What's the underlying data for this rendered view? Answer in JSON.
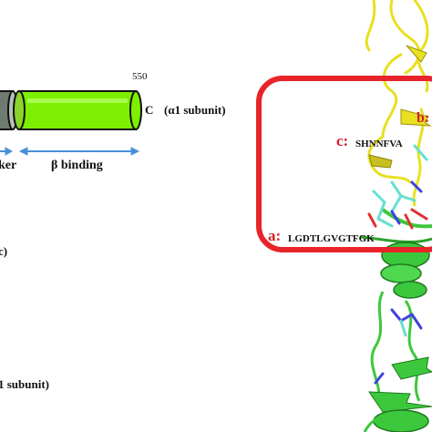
{
  "left_panel": {
    "residue_number": "550",
    "c_terminus_label": "C",
    "subunit_label": "(α1 subunit)",
    "linker_label_fragment": "ker",
    "binding_label": "β binding",
    "partial_label_middle": "c)",
    "partial_label_bottom": "1 subunit)",
    "colors": {
      "cylinder_green": "#7cf000",
      "cylinder_grey": "#9aa59a",
      "arrow_blue": "#4a90d9"
    }
  },
  "right_panel": {
    "labels": [
      {
        "letter": "a:",
        "sequence": "LGDTLGVGTFGK"
      },
      {
        "letter": "b:",
        "sequence": ""
      },
      {
        "letter": "c:",
        "sequence": "SHNNFVA"
      }
    ],
    "colors": {
      "box_red": "#e8242a",
      "helix_green": "#3cc83c",
      "loop_yellow": "#e8e020",
      "ligand_cyan": "#66e0d0",
      "ligand_blue": "#4040e0",
      "ligand_red": "#e03030"
    }
  }
}
